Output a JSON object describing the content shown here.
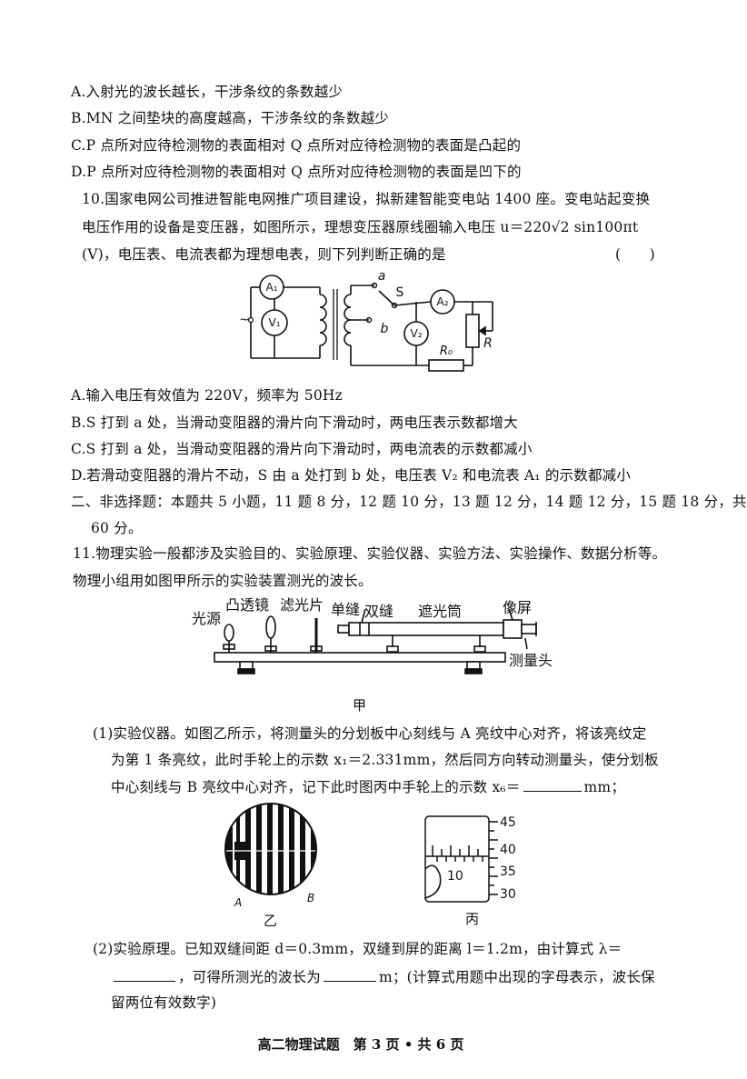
{
  "options_q9": [
    "A.入射光的波长越长，干涉条纹的条数越少",
    "B.MN 之间垫块的高度越高，干涉条纹的条数越少",
    "C.P 点所对应待检测物的表面相对 Q 点所对应待检测物的表面是凸起的",
    "D.P 点所对应待检测物的表面相对 Q 点所对应待检测物的表面是凹下的"
  ],
  "q10": {
    "stem": [
      "10.国家电网公司推进智能电网推广项目建设，拟新建智能变电站 1400 座。变电站起变换",
      "电压作用的设备是变压器，如图所示，理想变压器原线圈输入电压 u＝220√2 sin100πt",
      "(V)，电压表、电流表都为理想电表，则下列判断正确的是"
    ],
    "paren": "(　　)",
    "circuit": {
      "A1": "A₁",
      "V1": "V₁",
      "A2": "A₂",
      "V2": "V₂",
      "a": "a",
      "b": "b",
      "S": "S",
      "R": "R",
      "R0": "R₀",
      "ac": "~"
    },
    "options": [
      "A.输入电压有效值为 220V，频率为 50Hz",
      "B.S 打到 a 处，当滑动变阻器的滑片向下滑动时，两电压表示数都增大",
      "C.S 打到 a 处，当滑动变阻器的滑片向下滑动时，两电流表的示数都减小",
      "D.若滑动变阻器的滑片不动，S 由 a 处打到 b 处，电压表 V₂ 和电流表 A₁ 的示数都减小"
    ]
  },
  "section2": [
    "二、非选择题：本题共 5 小题，11 题 8 分，12 题 10 分，13 题 12 分，14 题 12 分，15 题 18 分，共",
    "60 分。"
  ],
  "q11": {
    "stem": [
      "11.物理实验一般都涉及实验目的、实验原理、实验仪器、实验方法、实验操作、数据分析等。",
      "物理小组用如图甲所示的实验装置测光的波长。"
    ],
    "apparatus": {
      "light_source": "光源",
      "lens": "凸透镜",
      "filter": "滤光片",
      "single_slit": "单缝",
      "double_slit": "双缝",
      "tube": "遮光筒",
      "screen": "像屏",
      "head": "测量头",
      "caption": "甲"
    },
    "part1": [
      "(1)实验仪器。如图乙所示，将测量头的分划板中心刻线与 A 亮纹中心对齐，将该亮纹定",
      "为第 1 条亮纹，此时手轮上的示数 x₁＝2.331mm，然后同方向转动测量头，使分划板",
      "中心刻线与 B 亮纹中心对齐，记下此时图丙中手轮上的示数 x₆＝",
      "mm；"
    ],
    "fig_yi": {
      "A": "A",
      "B": "B",
      "caption": "乙"
    },
    "fig_bing": {
      "ticks": [
        "45",
        "40",
        "35",
        "30"
      ],
      "main_scale": "10",
      "caption": "丙"
    },
    "part2": [
      "(2)实验原理。已知双缝间距 d＝0.3mm，双缝到屏的距离 l＝1.2m，由计算式 λ＝",
      "，可得所测光的波长为",
      "m；(计算式用题中出现的字母表示，波长保",
      "留两位有效数字)"
    ]
  },
  "footer": "高二物理试题　第 3 页 • 共 6 页"
}
